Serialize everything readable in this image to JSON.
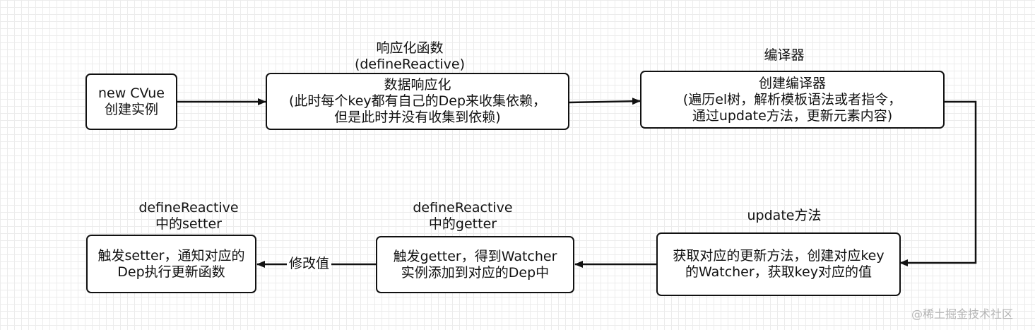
{
  "nodes": {
    "new_cvue": {
      "lines": [
        "new CVue",
        "创建实例"
      ]
    },
    "reactive": {
      "title": [
        "响应化函数",
        "(defineReactive)"
      ],
      "lines": [
        "数据响应化",
        "(此时每个key都有自己的Dep来收集依赖，",
        "但是此时并没有收集到依赖)"
      ]
    },
    "compiler": {
      "title": [
        "编译器"
      ],
      "lines": [
        "创建编译器",
        "(遍历el树，解析模板语法或者指令，",
        "通过update方法，更新元素内容)"
      ]
    },
    "update": {
      "title": [
        "update方法"
      ],
      "lines": [
        "获取对应的更新方法，创建对应key",
        "的Watcher，获取key对应的值"
      ]
    },
    "getter": {
      "title": [
        "defineReactive",
        "中的getter"
      ],
      "lines": [
        "触发getter，得到Watcher",
        "实例添加到对应的Dep中"
      ]
    },
    "setter": {
      "title": [
        "defineReactive",
        "中的setter"
      ],
      "lines": [
        "触发setter，通知对应的",
        "Dep执行更新函数"
      ]
    }
  },
  "edges": {
    "getter_to_setter": {
      "label": "修改值"
    }
  },
  "watermark": "@稀土掘金技术社区",
  "colors": {
    "stroke": "#111111",
    "grid": "#ececec",
    "watermark": "#b5b5b5"
  }
}
